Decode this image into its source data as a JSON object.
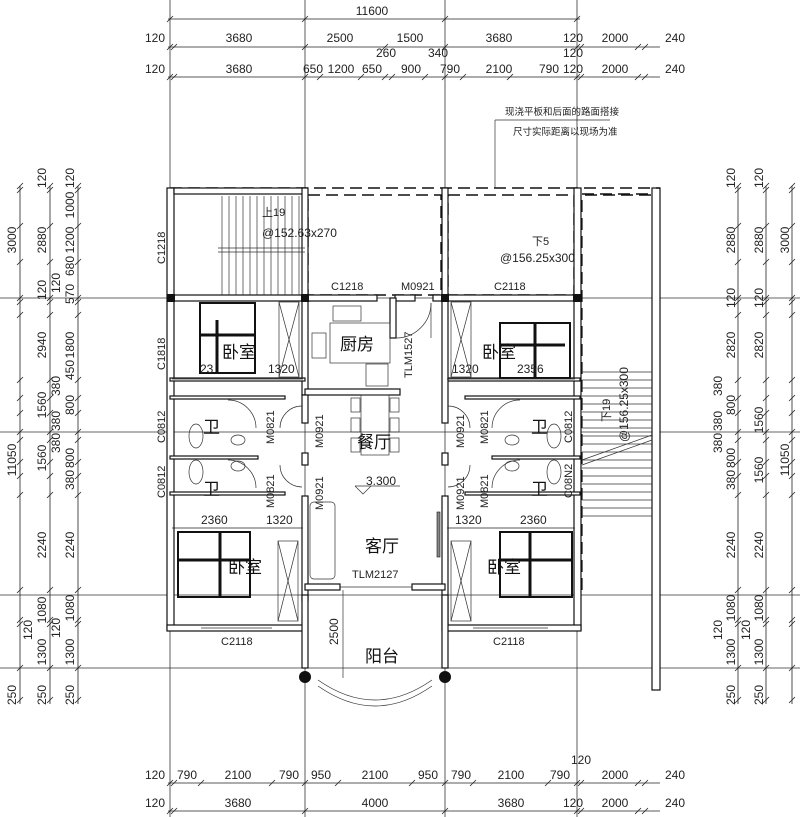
{
  "dims": {
    "top_total": "11600",
    "top_row1": [
      "120",
      "3680",
      "2500",
      "1500",
      "3680",
      "120",
      "2000",
      "240"
    ],
    "top_row2": [
      "120",
      "3680",
      "650",
      "1200",
      "650",
      "900",
      "790",
      "2100",
      "790",
      "120",
      "2000",
      "240"
    ],
    "top_row2_extra": [
      "260",
      "340",
      "120"
    ],
    "bottom_row1": [
      "120",
      "790",
      "2100",
      "790",
      "950",
      "2100",
      "950",
      "790",
      "2100",
      "790",
      "120",
      "2000",
      "240"
    ],
    "bottom_row2": [
      "120",
      "3680",
      "4000",
      "3680",
      "120",
      "2000",
      "240"
    ],
    "left_col1": [
      "3000",
      "11050",
      "250"
    ],
    "left_col2": [
      "120",
      "2880",
      "120",
      "2940",
      "1560",
      "1560",
      "2240",
      "120",
      "1080",
      "1300",
      "250"
    ],
    "left_col3": [
      "120",
      "1000",
      "1200",
      "680",
      "120",
      "570",
      "1800",
      "450",
      "380",
      "800",
      "380",
      "380",
      "800",
      "380",
      "2240",
      "1080",
      "120",
      "1300",
      "250"
    ],
    "right_col1": [
      "120",
      "2880",
      "120",
      "2820",
      "380",
      "800",
      "380",
      "380",
      "800",
      "380",
      "2240",
      "120",
      "1080",
      "1300",
      "250"
    ],
    "right_col2": [
      "120",
      "2880",
      "120",
      "2820",
      "1560",
      "1560",
      "2240",
      "120",
      "1080",
      "1300",
      "250"
    ],
    "right_col3": [
      "3000",
      "11050"
    ]
  },
  "rooms": {
    "kitchen": "厨房",
    "bedroom": "卧室",
    "bathroom": "卫",
    "dining": "餐厅",
    "living": "客厅",
    "balcony": "阳台",
    "elevation": "3.300"
  },
  "openings": {
    "c1218_top": "C1218",
    "m0921_top": "M0921",
    "c2118_top": "C2118",
    "tlm1527": "TLM1527",
    "tlm2127": "TLM2127",
    "c2118_bottom_left": "C2118",
    "c2118_bottom_right": "C2118",
    "c1218_left": "C1218",
    "c1818_left": "C1818",
    "c0812_left_1": "C0812",
    "c0812_left_2": "C0812",
    "c0812_right_1": "C0812",
    "c0812_right_2": "C08N2",
    "m0821": "M0821",
    "m0921": "M0921",
    "balcony_depth": "2500"
  },
  "room_dims": {
    "bed_top_left_a": "23",
    "bed_top_left_b": "1320",
    "bed_top_right_a": "1320",
    "bed_top_right_b": "2356",
    "bed_bot_left_a": "2360",
    "bed_bot_left_b": "1320",
    "bed_bot_right_a": "1320",
    "bed_bot_right_b": "2360"
  },
  "stairs": {
    "left_dir": "上19",
    "left_spec": "@152.63x270",
    "top_right_dir": "下5",
    "top_right_spec": "@156.25x300",
    "ext_dir": "下19",
    "ext_spec": "@156.25x300"
  },
  "note": {
    "line1": "现浇平板和后面的路面搭接",
    "line2": "尺寸实际距离以现场为准"
  }
}
